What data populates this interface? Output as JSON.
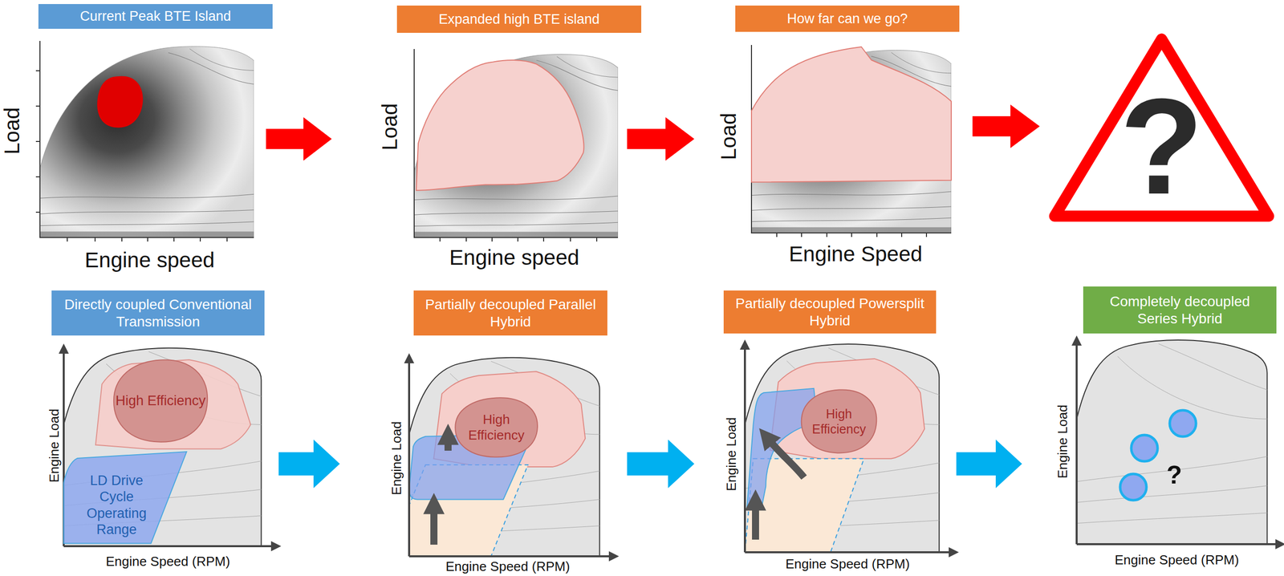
{
  "diagram": {
    "nodes": [
      {
        "text": [
          "Current Peak BTE Island"
        ]
      },
      {
        "text": [
          "Expanded high BTE island"
        ]
      },
      {
        "text": [
          "How far can we go?"
        ]
      },
      {
        "text": [
          "?"
        ]
      },
      {
        "text": [
          "Directly coupled Conventional Transmission"
        ]
      },
      {
        "text": [
          "Partially decoupled Parallel Hybrid"
        ]
      },
      {
        "text": [
          "Partially decoupled Powersplit Hybrid"
        ]
      },
      {
        "text": [
          "Completely decoupled Series Hybrid"
        ]
      },
      {
        "text": [
          "High Efficiency"
        ]
      },
      {
        "text": [
          "LD Drive Cycle Operating Range"
        ]
      },
      {
        "text": [
          "High Efficiency"
        ]
      },
      {
        "text": [
          "High Efficiency"
        ]
      }
    ],
    "labels": [
      "Load",
      "Engine speed",
      "Load",
      "Engine speed",
      "Load",
      "Engine Speed",
      "Engine Load",
      "Engine Speed (RPM)",
      "Engine Load",
      "Engine Speed (RPM)",
      "Engine Load",
      "Engine Speed (RPM)",
      "Engine Load",
      "Engine Speed (RPM)",
      "?"
    ]
  }
}
